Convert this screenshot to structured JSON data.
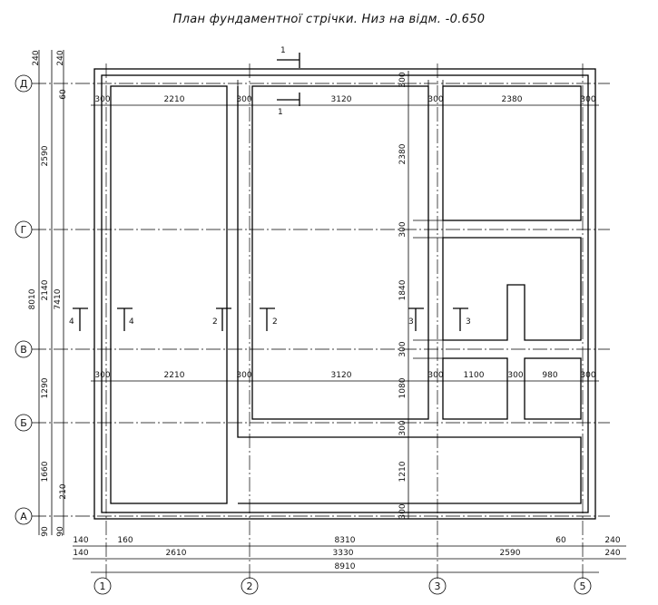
{
  "title": "План фундаментної стрічки. Низ на відм. -0.650",
  "axes_letters": [
    "Д",
    "Г",
    "В",
    "Б",
    "А"
  ],
  "axes_numbers": [
    "1",
    "2",
    "3",
    "5"
  ],
  "section_marks": [
    "1",
    "1",
    "2",
    "2",
    "3",
    "3",
    "4",
    "4"
  ],
  "dims": {
    "top_row": [
      "300",
      "2210",
      "300",
      "3120",
      "300",
      "2380",
      "300"
    ],
    "mid_row": [
      "300",
      "2210",
      "300",
      "3120",
      "300",
      "1100",
      "300",
      "980",
      "300"
    ],
    "left_outer": [
      "240",
      "240",
      "8010",
      "90",
      "90"
    ],
    "left_inner": [
      "60",
      "2590",
      "7410",
      "210"
    ],
    "left_third": [
      "2140",
      "1290",
      "1660"
    ],
    "center_vert": [
      "300",
      "2380",
      "300",
      "1840",
      "300",
      "1080",
      "300",
      "1210",
      "300"
    ],
    "bottom_row1": [
      "140",
      "160",
      "8310",
      "60",
      "240"
    ],
    "bottom_row2": [
      "140",
      "2610",
      "3330",
      "2590",
      "240"
    ],
    "bottom_total": "8910"
  }
}
